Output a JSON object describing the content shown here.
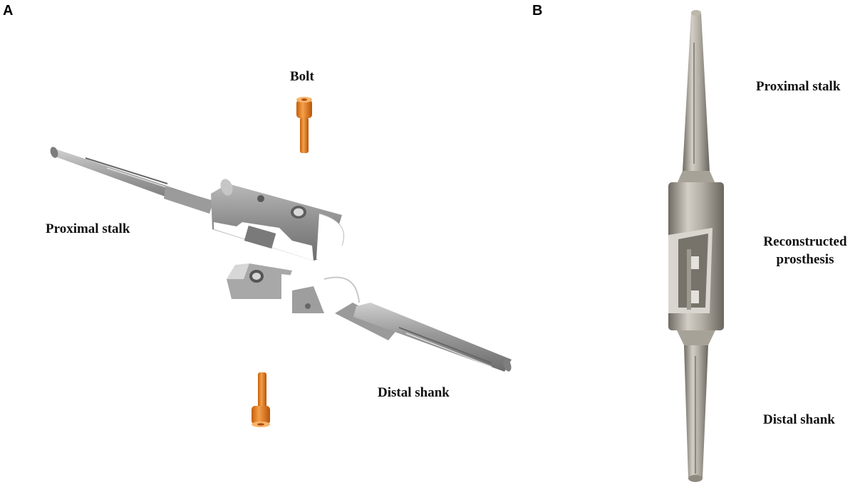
{
  "panel_a": {
    "letter": "A",
    "labels": {
      "bolt": "Bolt",
      "proximal_stalk": "Proximal stalk",
      "distal_shank": "Distal shank"
    }
  },
  "panel_b": {
    "letter": "B",
    "labels": {
      "proximal_stalk": "Proximal stalk",
      "reconstructed_line1": "Reconstructed",
      "reconstructed_line2": "prosthesis",
      "distal_shank": "Distal shank"
    }
  },
  "colors": {
    "metal_grey": "#8f8f8f",
    "metal_light": "#c8c8c8",
    "bolt_orange": "#e8801c",
    "polymer_white": "#ffffff",
    "assembled_metal": "#a9a49a"
  }
}
